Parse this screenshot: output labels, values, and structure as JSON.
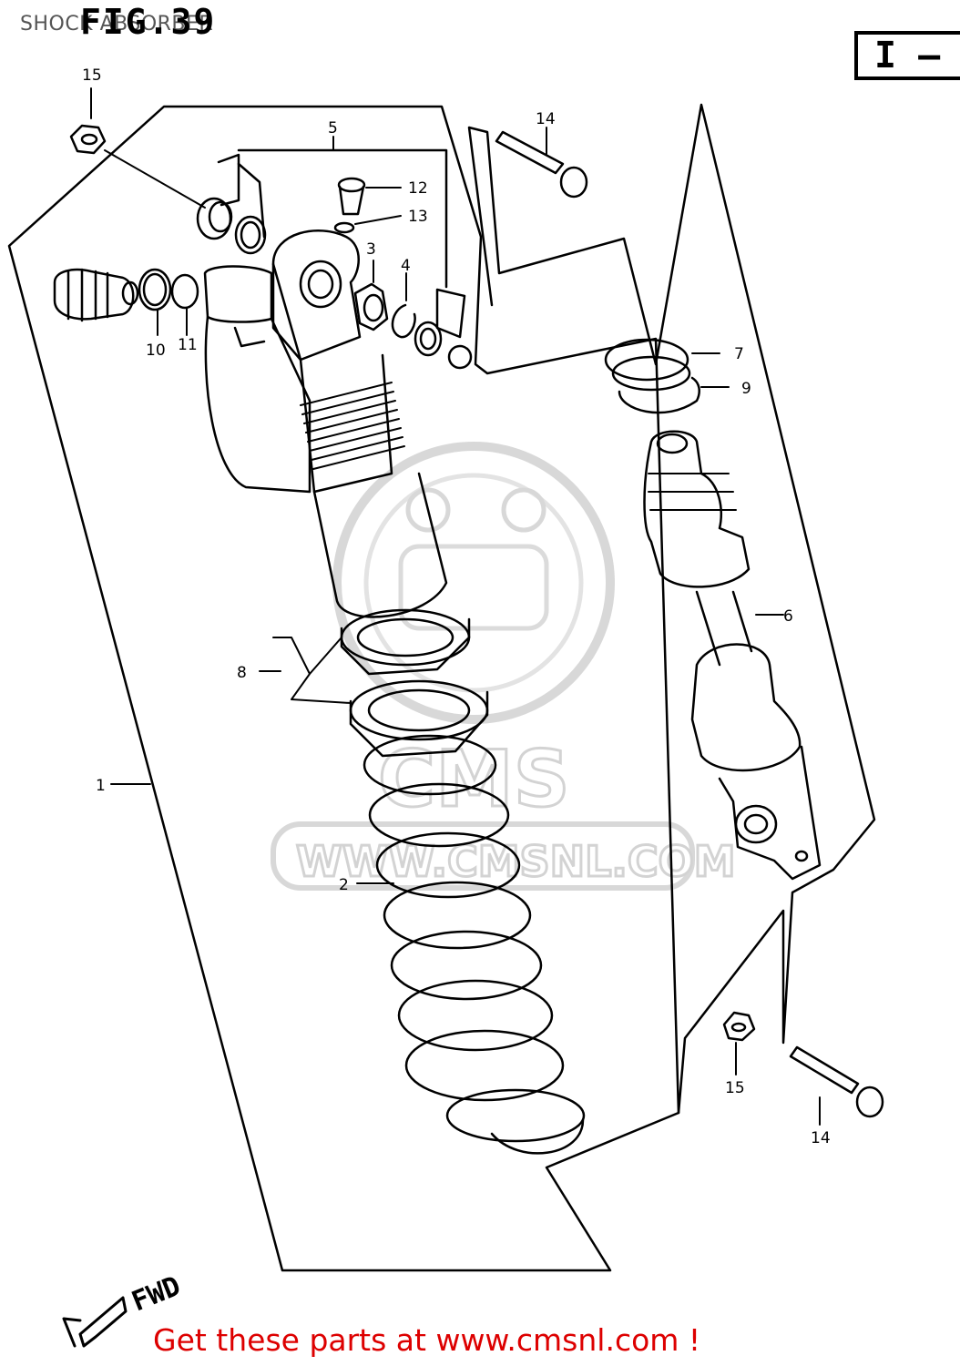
{
  "header": {
    "title": "SHOCK ABSORBER",
    "figure_number": "FIG.39",
    "section_tag": "I –"
  },
  "callouts": [
    {
      "id": "c15a",
      "label": "15"
    },
    {
      "id": "c14a",
      "label": "14"
    },
    {
      "id": "c5",
      "label": "5"
    },
    {
      "id": "c12",
      "label": "12"
    },
    {
      "id": "c13",
      "label": "13"
    },
    {
      "id": "c3",
      "label": "3"
    },
    {
      "id": "c4",
      "label": "4"
    },
    {
      "id": "c10",
      "label": "10"
    },
    {
      "id": "c11",
      "label": "11"
    },
    {
      "id": "c7",
      "label": "7"
    },
    {
      "id": "c9",
      "label": "9"
    },
    {
      "id": "c6",
      "label": "6"
    },
    {
      "id": "c8",
      "label": "8"
    },
    {
      "id": "c1",
      "label": "1"
    },
    {
      "id": "c2",
      "label": "2"
    },
    {
      "id": "c15b",
      "label": "15"
    },
    {
      "id": "c14b",
      "label": "14"
    }
  ],
  "direction_label": "FWD",
  "watermark": {
    "text": "WWW.CMSNL.COM",
    "logo": "CMS"
  },
  "footer": {
    "text": "Get these parts at www.cmsnl.com !",
    "color": "#dd0000"
  }
}
